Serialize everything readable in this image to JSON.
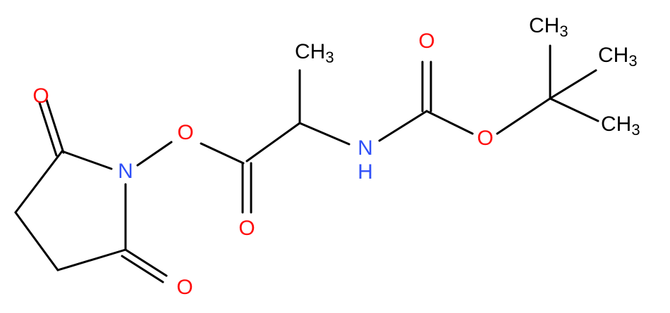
{
  "molecule": {
    "colors": {
      "bond": "#000000",
      "oxygen": "#ff0d0d",
      "nitrogen": "#3050f8",
      "carbon": "#000000"
    },
    "atoms": {
      "o_ring_top": "O",
      "o_ring_bottom": "O",
      "n_ring": "N",
      "o_ester_link": "O",
      "o_ester_carbonyl": "O",
      "ch3_alpha": {
        "main": "CH",
        "sub": "3"
      },
      "nh": {
        "main": "N",
        "h": "H"
      },
      "o_carbamate_carbonyl": "O",
      "o_carbamate_ester": "O",
      "ch3_tbu_1": {
        "main": "CH",
        "sub": "3"
      },
      "ch3_tbu_2": {
        "main": "CH",
        "sub": "3"
      },
      "ch3_tbu_3": {
        "main": "CH",
        "sub": "3"
      }
    }
  }
}
